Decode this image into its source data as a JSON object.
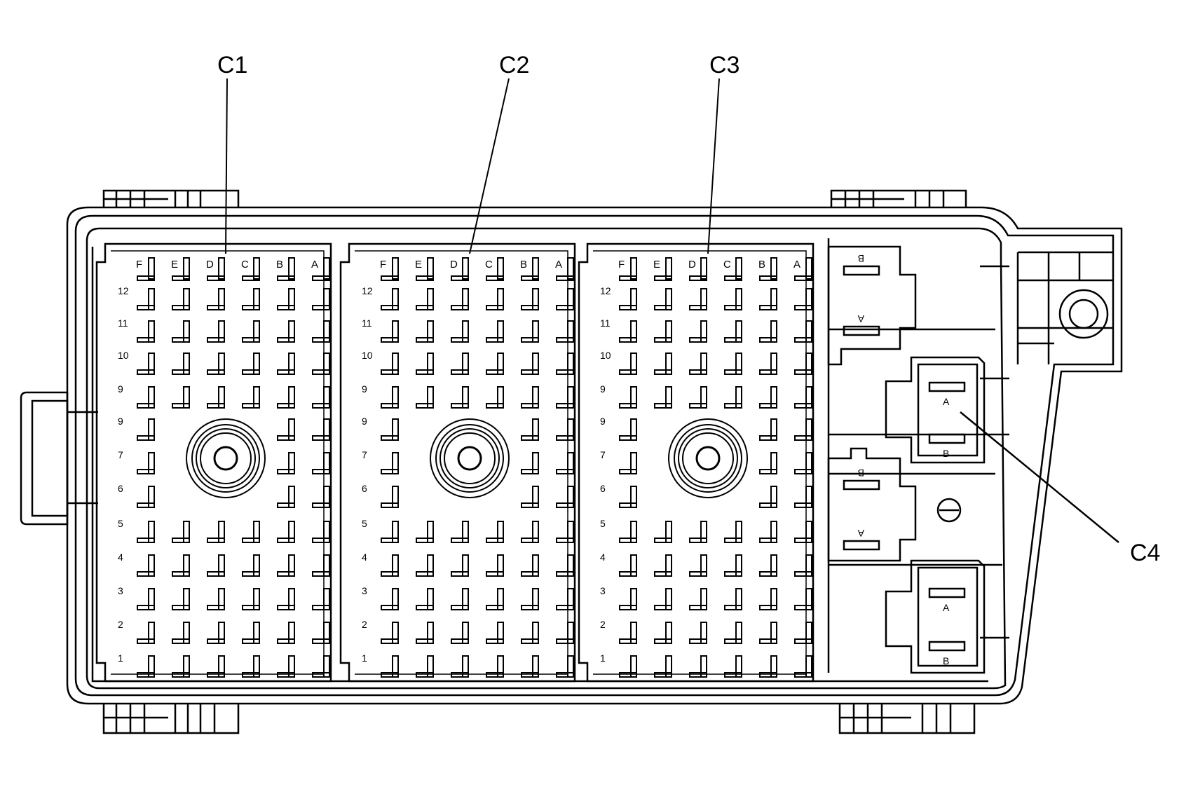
{
  "connectors": [
    {
      "label": "C1",
      "columns": [
        "F",
        "E",
        "D",
        "C",
        "B",
        "A"
      ],
      "rows": [
        "12",
        "11",
        "10",
        "9",
        "9",
        "7",
        "6",
        "5",
        "4",
        "3",
        "2",
        "1"
      ]
    },
    {
      "label": "C2",
      "columns": [
        "F",
        "E",
        "D",
        "C",
        "B",
        "A"
      ],
      "rows": [
        "12",
        "11",
        "10",
        "9",
        "9",
        "7",
        "6",
        "5",
        "4",
        "3",
        "2",
        "1"
      ]
    },
    {
      "label": "C3",
      "columns": [
        "F",
        "E",
        "D",
        "C",
        "B",
        "A"
      ],
      "rows": [
        "12",
        "11",
        "10",
        "9",
        "9",
        "7",
        "6",
        "5",
        "4",
        "3",
        "2",
        "1"
      ]
    }
  ],
  "c4": {
    "label": "C4"
  },
  "small_connectors": [
    {
      "top": "B",
      "bottom": "A"
    },
    {
      "top": "A",
      "bottom": "B"
    },
    {
      "top": "B",
      "bottom": "A"
    },
    {
      "top": "A",
      "bottom": "B"
    }
  ]
}
